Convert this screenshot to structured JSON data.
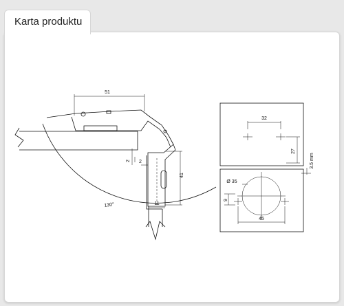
{
  "tab": {
    "title": "Karta produktu"
  },
  "drawing": {
    "dims": {
      "d51": "51",
      "d2a": "2",
      "d2b": "2",
      "d41": "41",
      "d11": "11",
      "angle": "130°",
      "d32": "32",
      "d27": "27",
      "d35mm": "3.5 mm",
      "phi35": "Ø 35",
      "d9": "9",
      "d45": "45"
    }
  }
}
